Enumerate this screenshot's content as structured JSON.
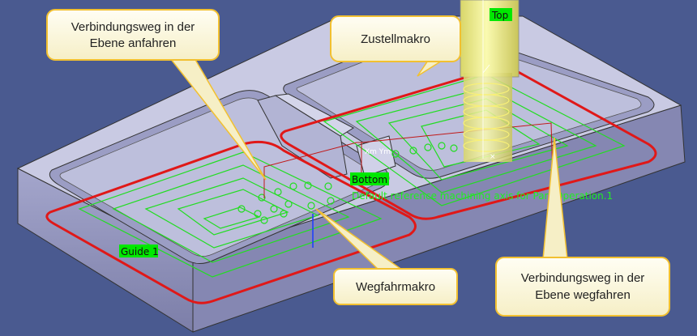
{
  "callouts": {
    "approach_plane": "Verbindungsweg in der Ebene anfahren",
    "approach_plane_line1": "Verbindungsweg in der",
    "approach_plane_line2": "Ebene anfahren",
    "infeed_macro": "Zustellmakro",
    "retract_macro": "Wegfahrmakro",
    "retract_plane_line1": "Verbindungsweg in der",
    "retract_plane_line2": "Ebene wegfahren"
  },
  "labels": {
    "top": "Top",
    "bottom": "Bottom",
    "guide": "Guide 1",
    "machining_axis": "Default reference machining axis for Part Operation.1",
    "axis_tag": "Xm  Ym"
  },
  "colors": {
    "background": "#4a5a90",
    "part_top": "#c9cae3",
    "part_side": "#8e90b8",
    "pocket_floor": "#b9bbd8",
    "toolpath_green": "#22dd22",
    "guide_red": "#e01818",
    "tool_yellow": "#f1f08a",
    "callout_fill": "#fbf8e6",
    "callout_border": "#f2c030",
    "label_green": "#00e800"
  }
}
